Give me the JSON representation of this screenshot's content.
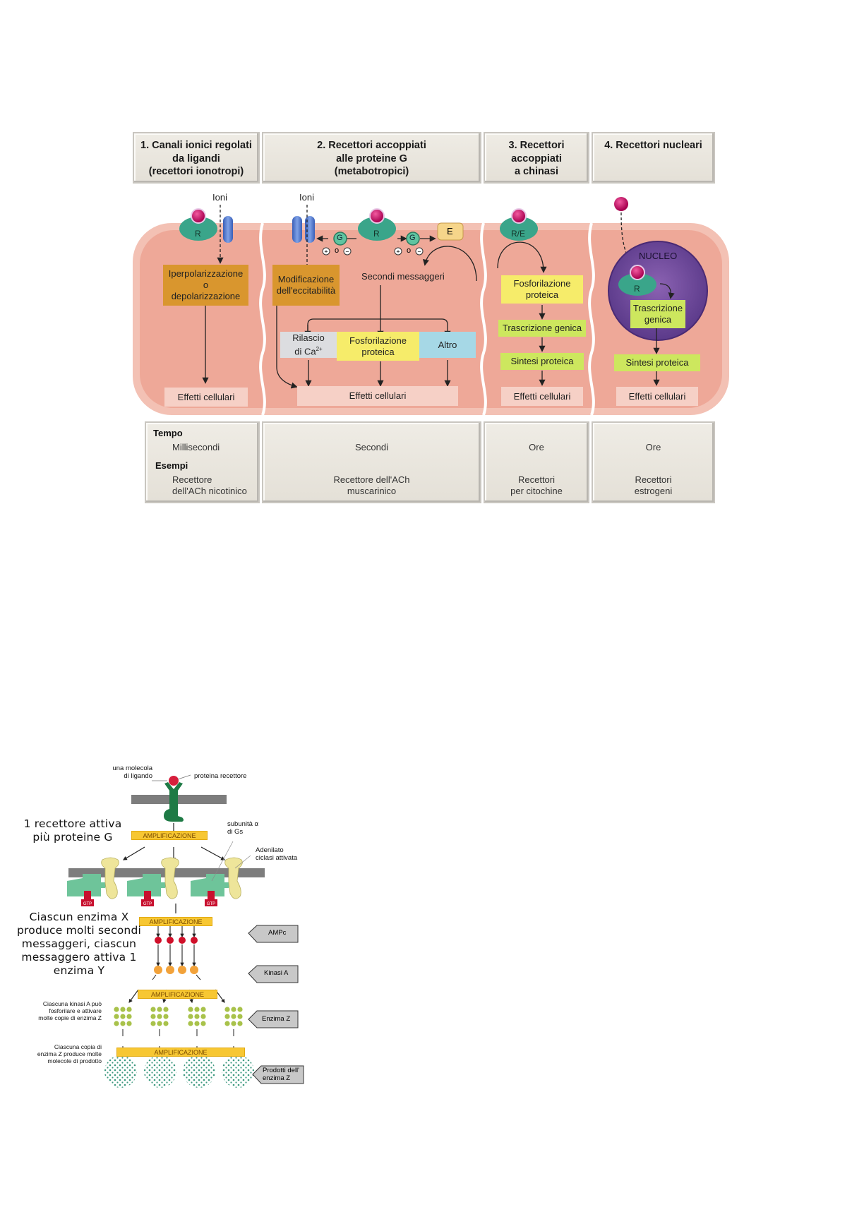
{
  "top_figure": {
    "headers": [
      {
        "lines": [
          "1. Canali ionici regolati",
          "da ligandi",
          "(recettori ionotropi)"
        ]
      },
      {
        "lines": [
          "2. Recettori accoppiati",
          "alle proteine G",
          "(metabotropici)"
        ]
      },
      {
        "lines": [
          "3. Recettori",
          "accoppiati",
          "a chinasi"
        ]
      },
      {
        "lines": [
          "4. Recettori nucleari"
        ]
      }
    ],
    "col1": {
      "ions_label": "Ioni",
      "receptor_label": "R",
      "effect_box": [
        "Iperpolarizzazione",
        "o",
        "depolarizzazione"
      ],
      "result": "Effetti cellulari"
    },
    "col2": {
      "ions_label": "Ioni",
      "receptor_label": "R",
      "g_label": "G",
      "e_label": "E",
      "plus_or_minus": "o",
      "excitability_box": [
        "Modificazione",
        "dell'eccitabilità"
      ],
      "second_messengers": "Secondi messaggeri",
      "calcium_box": [
        "Rilascio",
        "di Ca",
        "2+"
      ],
      "phosphorylation_box": [
        "Fosforilazione",
        "proteica"
      ],
      "other_box": "Altro",
      "result": "Effetti cellulari"
    },
    "col3": {
      "receptor_label": "R/E",
      "phosphorylation_box": [
        "Fosforilazione",
        "proteica"
      ],
      "transcription_box": "Trascrizione genica",
      "synthesis_box": "Sintesi proteica",
      "result": "Effetti cellulari"
    },
    "col4": {
      "nucleus_label": "NUCLEO",
      "receptor_label": "R",
      "transcription_box": [
        "Trascrizione",
        "genica"
      ],
      "synthesis_box": "Sintesi proteica",
      "result": "Effetti cellulari"
    },
    "footer": {
      "time_heading": "Tempo",
      "examples_heading": "Esempi",
      "times": [
        "Millisecondi",
        "Secondi",
        "Ore",
        "Ore"
      ],
      "examples": [
        [
          "Recettore",
          "dell'ACh nicotinico"
        ],
        [
          "Recettore dell'ACh",
          "muscarinico"
        ],
        [
          "Recettori",
          "per citochine"
        ],
        [
          "Recettori",
          "estrogeni"
        ]
      ]
    }
  },
  "bottom_figure": {
    "ligand_label": [
      "una molecola",
      "di ligando"
    ],
    "receptor_protein_label": "proteina recettore",
    "alpha_subunit_label": [
      "subunità α",
      "di Gs"
    ],
    "adenylate_label": [
      "Adenilato",
      "ciclasi attivata"
    ],
    "gtp_label": "GTP",
    "amplification_label": "AMPLIFICAZIONE",
    "hand_note_1": [
      "1 recettore attiva",
      "più proteine G"
    ],
    "hand_note_2": [
      "Ciascun enzima X",
      "produce molti secondi",
      "messaggeri, ciascun",
      "messaggero attiva 1",
      "enzima Y"
    ],
    "note_kinase": [
      "Ciascuna kinasi A può",
      "fosforilare e attivare",
      "molte copie di enzima Z"
    ],
    "note_enzyme": [
      "Ciascuna copia di",
      "enzima Z produce molte",
      "molecole di prodotto"
    ],
    "tags": [
      "AMPc",
      "Kinasi A",
      "Enzima Z",
      "Prodotti dell' enzima Z"
    ],
    "colors": {
      "receptor": "#1e7a45",
      "ligand": "#d61f3c",
      "camp": "#d0102a",
      "kinase": "#f2a23a",
      "enzyme_z": "#a8c24a",
      "product": "#4aa88a",
      "amplification": "#f7c733"
    }
  }
}
